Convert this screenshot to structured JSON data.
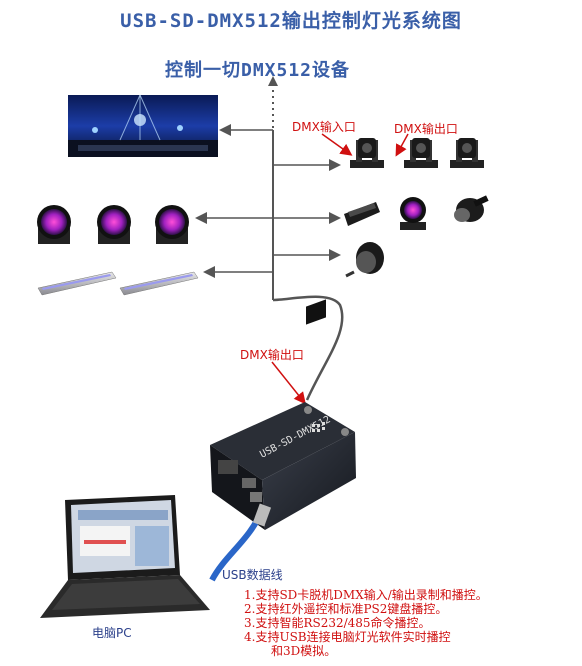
{
  "title": "USB-SD-DMX512输出控制灯光系统图",
  "subtitle": "控制一切DMX512设备",
  "labels": {
    "dmx_in": "DMX输入口",
    "dmx_out_top": "DMX输出口",
    "dmx_out_device": "DMX输出口",
    "usb_cable": "USB数据线",
    "pc": "电脑PC",
    "device_text": "USB-SD-DMX512"
  },
  "notes": [
    "1.支持SD卡脱机DMX输入/输出录制和播控。",
    "2.支持红外遥控和标准PS2键盘播控。",
    "3.支持智能RS232/485命令播控。",
    "4.支持USB连接电脑灯光软件实时播控",
    "和3D模拟。"
  ],
  "colors": {
    "title": "#3a5fa8",
    "annotation": "#d01010",
    "arrow": "#555555"
  }
}
